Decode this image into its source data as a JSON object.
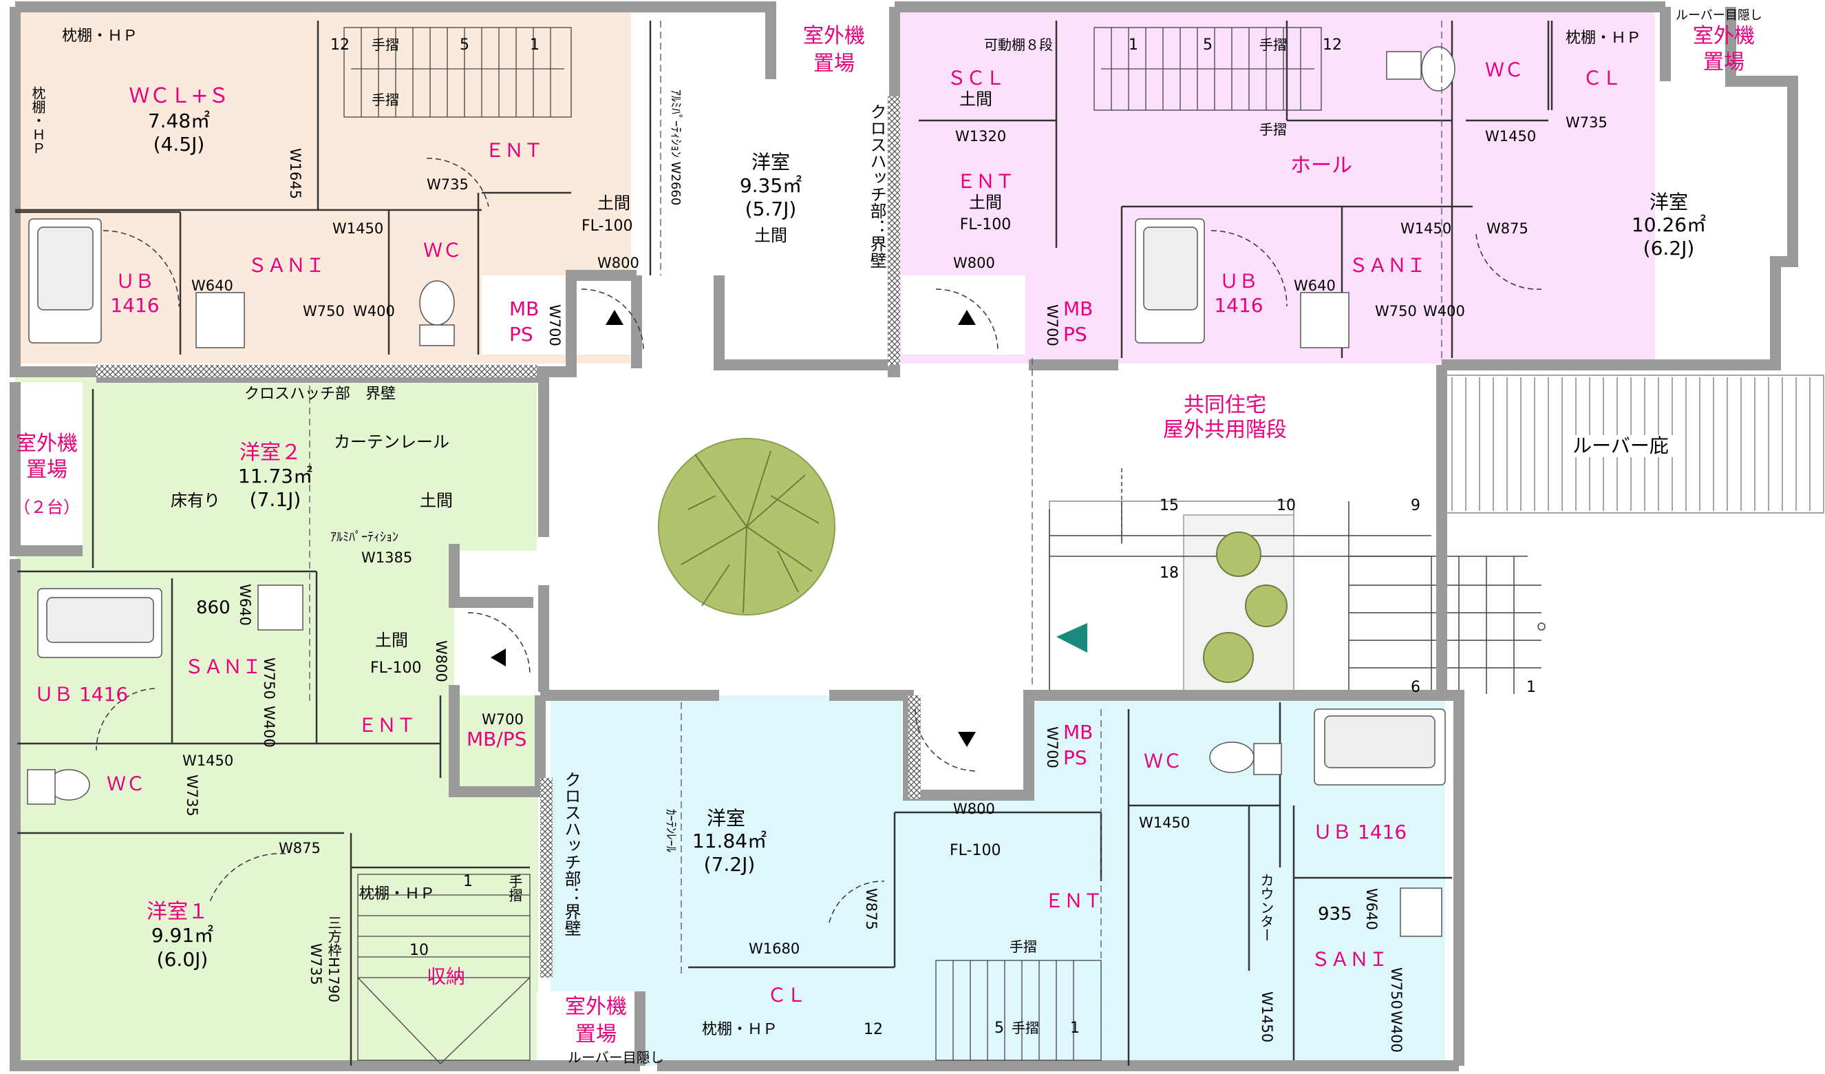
{
  "colors": {
    "unit_nw": "#fbeadb",
    "unit_ne": "#fde0fc",
    "unit_w": "#e4f5d2",
    "unit_s": "#ddf7fb",
    "wall": "#9a9a9a",
    "tree": "#b2c36e",
    "room_label": "#e6007e",
    "teal_arrow": "#1a8a7e"
  },
  "units": {
    "nw": {
      "wcl_name": "ＷＣＬ+Ｓ",
      "wcl_area": "7.48㎡",
      "wcl_jo": "(4.5J)",
      "shelf": "枕棚・ＨＰ",
      "shelf_v": "枕棚・ＨＰ",
      "ent": "ＥＮＴ",
      "stair_12": "12",
      "stair_5": "5",
      "stair_1": "1",
      "handrail_a": "手摺",
      "handrail_b": "手摺",
      "w1645": "W1645",
      "w735": "W735",
      "w1450": "W1450",
      "w640": "W640",
      "w750": "W750",
      "w400": "W400",
      "sani": "ＳＡＮＩ",
      "wc": "ＷＣ",
      "ub": "ＵＢ",
      "ub_size": "1416",
      "doma": "土間",
      "fl": "FL-100",
      "w800": "W800",
      "partition": "ｱﾙﾐﾊﾟｰﾃｨｼｮﾝ W2660",
      "room": "洋室",
      "room_area": "9.35㎡",
      "room_jo": "(5.7J)",
      "room_doma": "土間",
      "mb": "MB",
      "ps": "PS",
      "w700": "W700",
      "outdoor_unit_1": "室外機",
      "outdoor_unit_2": "置場",
      "crosshatch": "クロスハッチ部：界壁"
    },
    "ne": {
      "scl": "ＳＣＬ",
      "scl_doma": "土間",
      "shelf8": "可動棚８段",
      "w1320": "W1320",
      "ent": "ＥＮＴ",
      "ent_doma": "土間",
      "fl": "FL-100",
      "w800": "W800",
      "stair_1": "1",
      "stair_5": "5",
      "stair_12": "12",
      "handrail_a": "手摺",
      "handrail_b": "手摺",
      "hall": "ホール",
      "wc": "ＷＣ",
      "w1450_a": "W1450",
      "w1450_b": "W1450",
      "cl": "ＣＬ",
      "shelf": "枕棚・ＨＰ",
      "w735": "W735",
      "w875": "W875",
      "room": "洋室",
      "room_area": "10.26㎡",
      "room_jo": "(6.2J)",
      "sani": "ＳＡＮＩ",
      "ub": "ＵＢ",
      "ub_size": "1416",
      "w640": "W640",
      "w750": "W750",
      "w400": "W400",
      "mb": "MB",
      "ps": "PS",
      "w700": "W700",
      "louver_hide": "ルーバー目隠し",
      "outdoor_unit_1": "室外機",
      "outdoor_unit_2": "置場"
    },
    "w": {
      "crosshatch": "クロスハッチ部　界壁",
      "room2": "洋室２",
      "room2_area": "11.73㎡",
      "room2_jo": "(7.1J)",
      "curtain": "カーテンレール",
      "floor": "床有り",
      "doma": "土間",
      "partition": "ｱﾙﾐﾊﾟｰﾃｨｼｮﾝ",
      "w1385": "W1385",
      "outdoor_1": "室外機",
      "outdoor_2": "置場",
      "outdoor_3": "（２台）",
      "n860": "860",
      "w640": "W640",
      "w750": "W750",
      "w400": "W400",
      "sani": "ＳＡＮＩ",
      "ub1416": "ＵＢ 1416",
      "doma2": "土間",
      "fl": "FL-100",
      "w800": "W800",
      "w700": "W700",
      "mbps": "MB/PS",
      "ent": "ＥＮＴ",
      "wc": "ＷＣ",
      "w1450": "W1450",
      "w735": "W735",
      "w875": "W875",
      "room1": "洋室１",
      "room1_area": "9.91㎡",
      "room1_jo": "(6.0J)",
      "w735b": "W735",
      "sanpo": "三方枠H1790",
      "shelf": "枕棚・ＨＰ",
      "stair_1": "1",
      "stair_10": "10",
      "handrail": "手摺",
      "storage": "収納"
    },
    "s": {
      "crosshatch": "クロスハッチ部：界壁",
      "curtain": "ｶｰﾃﾝﾚｰﾙ",
      "room": "洋室",
      "room_area": "11.84㎡",
      "room_jo": "(7.2J)",
      "w875": "W875",
      "w1680": "W1680",
      "cl": "ＣＬ",
      "shelf": "枕棚・ＨＰ",
      "stair_12": "12",
      "outdoor_1": "室外機",
      "outdoor_2": "置場",
      "louver_hide": "ルーバー目隠し",
      "w800": "W800",
      "fl": "FL-100",
      "ent": "ＥＮＴ",
      "handrail_a": "手摺",
      "stair_5": "5",
      "handrail_b": "手摺",
      "stair_1": "1",
      "mb": "MB",
      "ps": "PS",
      "w700": "W700",
      "wc": "ＷＣ",
      "w1450_a": "W1450",
      "w1450_b": "W1450",
      "counter": "カウンター",
      "ub1416": "ＵＢ 1416",
      "n935": "935",
      "w640": "W640",
      "sani": "ＳＡＮＩ",
      "w750": "W750",
      "w400": "W400"
    }
  },
  "common": {
    "stair_1": "共同住宅",
    "stair_2": "屋外共用階段",
    "louver": "ルーバー庇",
    "n15": "15",
    "n10": "10",
    "n9": "9",
    "n18": "18",
    "n6": "6",
    "n1": "1"
  }
}
